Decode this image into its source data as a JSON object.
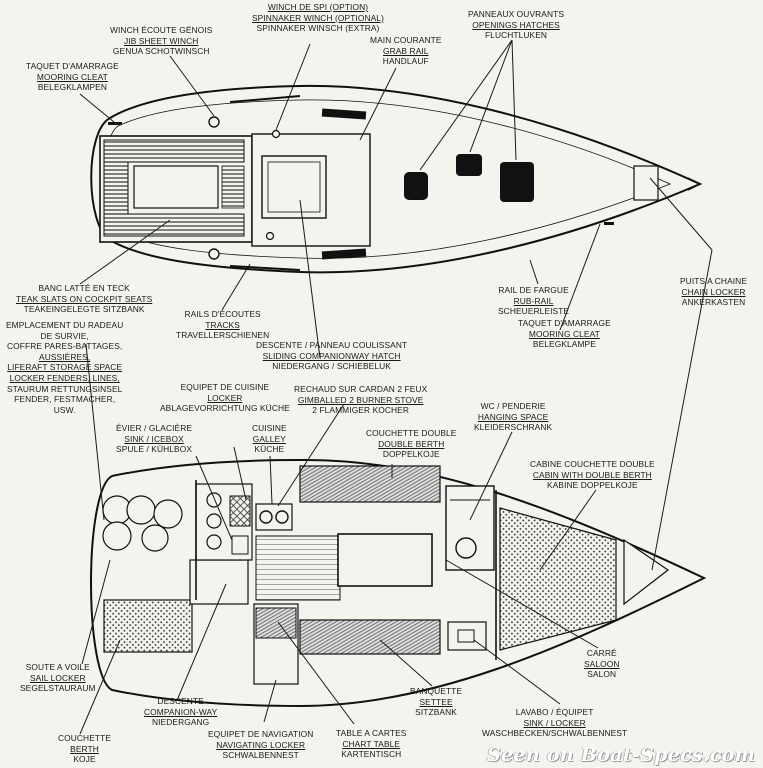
{
  "labels": {
    "jib_winch": [
      "WINCH ÉCOUTE GÉNOIS",
      "JIB SHEET WINCH",
      "GENUA SCHOTWINSCH"
    ],
    "spinnaker_winch": [
      "WINCH DE SPI (OPTION)",
      "SPINNAKER WINCH (OPTIONAL)",
      "SPINNAKER WINSCH (EXTRA)"
    ],
    "opening_hatches": [
      "PANNEAUX OUVRANTS",
      "OPENINGS HATCHES",
      "FLUCHTLUKEN"
    ],
    "mooring_cleat_aft": [
      "TAQUET D'AMARRAGE",
      "MOORING CLEAT",
      "BELEGKLAMPEN"
    ],
    "grab_rail": [
      "MAIN COURANTE",
      "GRAB RAIL",
      "HANDLAUF"
    ],
    "teak_slats": [
      "BANC LATTÉ EN TECK",
      "TEAK SLATS ON COCKPIT SEATS",
      "TEAKEINGELEGTE SITZBANK"
    ],
    "tracks": [
      "RAILS D'ÉCOUTES",
      "TRACKS",
      "TRAVELLERSCHIENEN"
    ],
    "companionway_hatch": [
      "DESCENTE / PANNEAU COULISSANT",
      "SLIDING COMPANIONWAY HATCH",
      "NIEDERGANG / SCHIEBELUK"
    ],
    "rub_rail": [
      "RAIL DE FARGUE",
      "RUB-RAIL",
      "SCHEUERLEISTE"
    ],
    "mooring_cleat_fwd": [
      "TAQUET D'AMARRAGE",
      "MOORING CLEAT",
      "BELEGKLAMPE"
    ],
    "chain_locker": [
      "PUITS A CHAINE",
      "CHAIN LOCKER",
      "ANKERKASTEN"
    ],
    "liferaft_storage": [
      "EMPLACEMENT DU RADEAU",
      "DE SURVIE,",
      "COFFRE PARES-BATTAGES,",
      "AUSSIÈRES,",
      "LIFERAFT STORAGE SPACE",
      "LOCKER FENDERS, LINES,",
      "STAURUM RETTUNGSINSEL",
      "FENDER, FESTMACHER,",
      "USW."
    ],
    "galley_locker": [
      "EQUIPET DE CUISINE",
      "LOCKER",
      "ABLAGEVORRICHTUNG KÜCHE"
    ],
    "stove": [
      "RECHAUD SUR CARDAN 2 FEUX",
      "GIMBALLED 2 BURNER STOVE",
      "2 FLAMMIGER KOCHER"
    ],
    "sink_icebox": [
      "ÉVIER / GLACIÈRE",
      "SINK / ICEBOX",
      "SPULE / KÜHLBOX"
    ],
    "galley": [
      "CUISINE",
      "GALLEY",
      "KÜCHE"
    ],
    "double_berth": [
      "COUCHETTE DOUBLE",
      "DOUBLE BERTH",
      "DOPPELKOJE"
    ],
    "wc_hanging": [
      "WC / PENDERIE",
      "HANGING SPACE",
      "KLEIDERSCHRANK"
    ],
    "cabin_double": [
      "CABINE COUCHETTE DOUBLE",
      "CABIN WITH DOUBLE BERTH",
      "KABINE DOPPELKOJE"
    ],
    "saloon": [
      "CARRÉ",
      "SALOON",
      "SALON"
    ],
    "settee": [
      "BANQUETTE",
      "SETTEE",
      "SITZBANK"
    ],
    "washbasin": [
      "LAVABO / ÉQUIPET",
      "SINK / LOCKER",
      "WASCHBECKEN/SCHWALBENNEST"
    ],
    "sail_locker": [
      "SOUTE A VOILE",
      "SAIL LOCKER",
      "SEGELSTAURAUM"
    ],
    "companion_way": [
      "DESCENTE",
      "COMPANION-WAY",
      "NIEDERGANG"
    ],
    "nav_locker": [
      "EQUIPET DE NAVIGATION",
      "NAVIGATING LOCKER",
      "SCHWALBENNEST"
    ],
    "chart_table": [
      "TABLE A CARTES",
      "CHART TABLE",
      "KARTENTISCH"
    ],
    "berth": [
      "COUCHETTE",
      "BERTH",
      "KOJE"
    ]
  },
  "watermark": "Seen on Boat-Specs.com"
}
